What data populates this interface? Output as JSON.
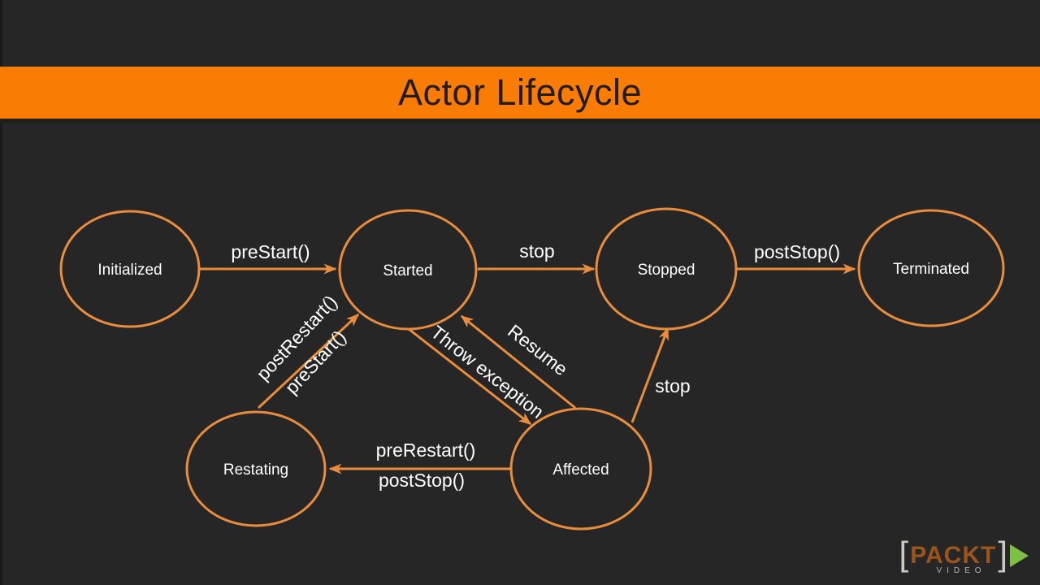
{
  "slide": {
    "title": "Actor Lifecycle"
  },
  "colors": {
    "background": "#262626",
    "banner": "#f97c05",
    "diagram_accent": "#e98c3c",
    "label_text": "#ffffff",
    "title_text": "#241b10",
    "logo_green": "#7cc142",
    "logo_brand": "#9b551c",
    "logo_gray": "#c9c9c5"
  },
  "diagram": {
    "nodes": [
      {
        "label": "Initialized"
      },
      {
        "label": "Started"
      },
      {
        "label": "Stopped"
      },
      {
        "label": "Terminated"
      },
      {
        "label": "Restating"
      },
      {
        "label": "Affected"
      }
    ],
    "edges": [
      {
        "from": "Initialized",
        "to": "Started",
        "labels": [
          "preStart()"
        ]
      },
      {
        "from": "Started",
        "to": "Stopped",
        "labels": [
          "stop"
        ]
      },
      {
        "from": "Stopped",
        "to": "Terminated",
        "labels": [
          "postStop()"
        ]
      },
      {
        "from": "Restating",
        "to": "Started",
        "labels": [
          "postRestart()",
          "preStart()"
        ]
      },
      {
        "from": "Started",
        "to": "Affected",
        "labels": [
          "Throw exception"
        ]
      },
      {
        "from": "Affected",
        "to": "Started",
        "labels": [
          "Resume"
        ]
      },
      {
        "from": "Affected",
        "to": "Stopped",
        "labels": [
          "stop"
        ]
      },
      {
        "from": "Affected",
        "to": "Restating",
        "labels": [
          "preRestart()",
          "postStop()"
        ]
      }
    ]
  },
  "logo": {
    "bracket_left": "[",
    "brand": "PACKT",
    "bracket_right": "]",
    "subtitle": "VIDEO"
  }
}
